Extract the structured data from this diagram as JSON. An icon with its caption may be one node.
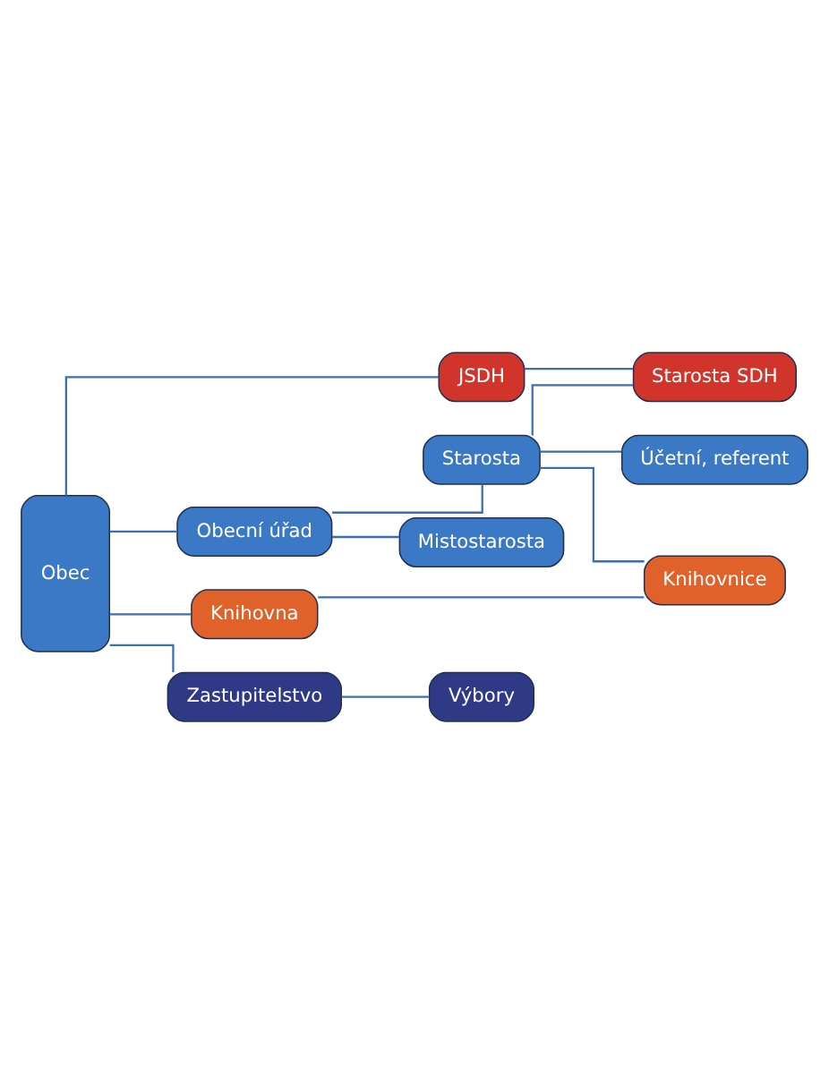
{
  "diagram": {
    "nodes": [
      {
        "text": [
          "Obec"
        ]
      },
      {
        "text": [
          "JSDH"
        ]
      },
      {
        "text": [
          "Starosta SDH"
        ]
      },
      {
        "text": [
          "Knihovna"
        ]
      },
      {
        "text": [
          "Knihovnice"
        ]
      },
      {
        "text": [
          "Obecní úřad"
        ]
      },
      {
        "text": [
          "Mistostarosta"
        ]
      },
      {
        "text": [
          "Účetní, referent"
        ]
      },
      {
        "text": [
          "Starosta"
        ]
      },
      {
        "text": [
          "Zastupitelstvo"
        ]
      },
      {
        "text": [
          "Výbory"
        ]
      }
    ],
    "edges": [
      {
        "from": 0,
        "to": 1,
        "arrow": "none"
      },
      {
        "from": 0,
        "to": 3,
        "arrow": "none"
      },
      {
        "from": 0,
        "to": 5,
        "arrow": "none"
      },
      {
        "from": 0,
        "to": 9,
        "arrow": "none"
      },
      {
        "from": 1,
        "to": 2,
        "arrow": "none"
      },
      {
        "from": 3,
        "to": 4,
        "arrow": "none"
      },
      {
        "from": 5,
        "to": 6,
        "arrow": "none"
      },
      {
        "from": 5,
        "to": 8,
        "arrow": "none"
      },
      {
        "from": 8,
        "to": 7,
        "arrow": "none"
      },
      {
        "from": 8,
        "to": 2,
        "arrow": "none"
      },
      {
        "from": 8,
        "to": 4,
        "arrow": "none"
      },
      {
        "from": 9,
        "to": 10,
        "arrow": "none"
      }
    ]
  }
}
